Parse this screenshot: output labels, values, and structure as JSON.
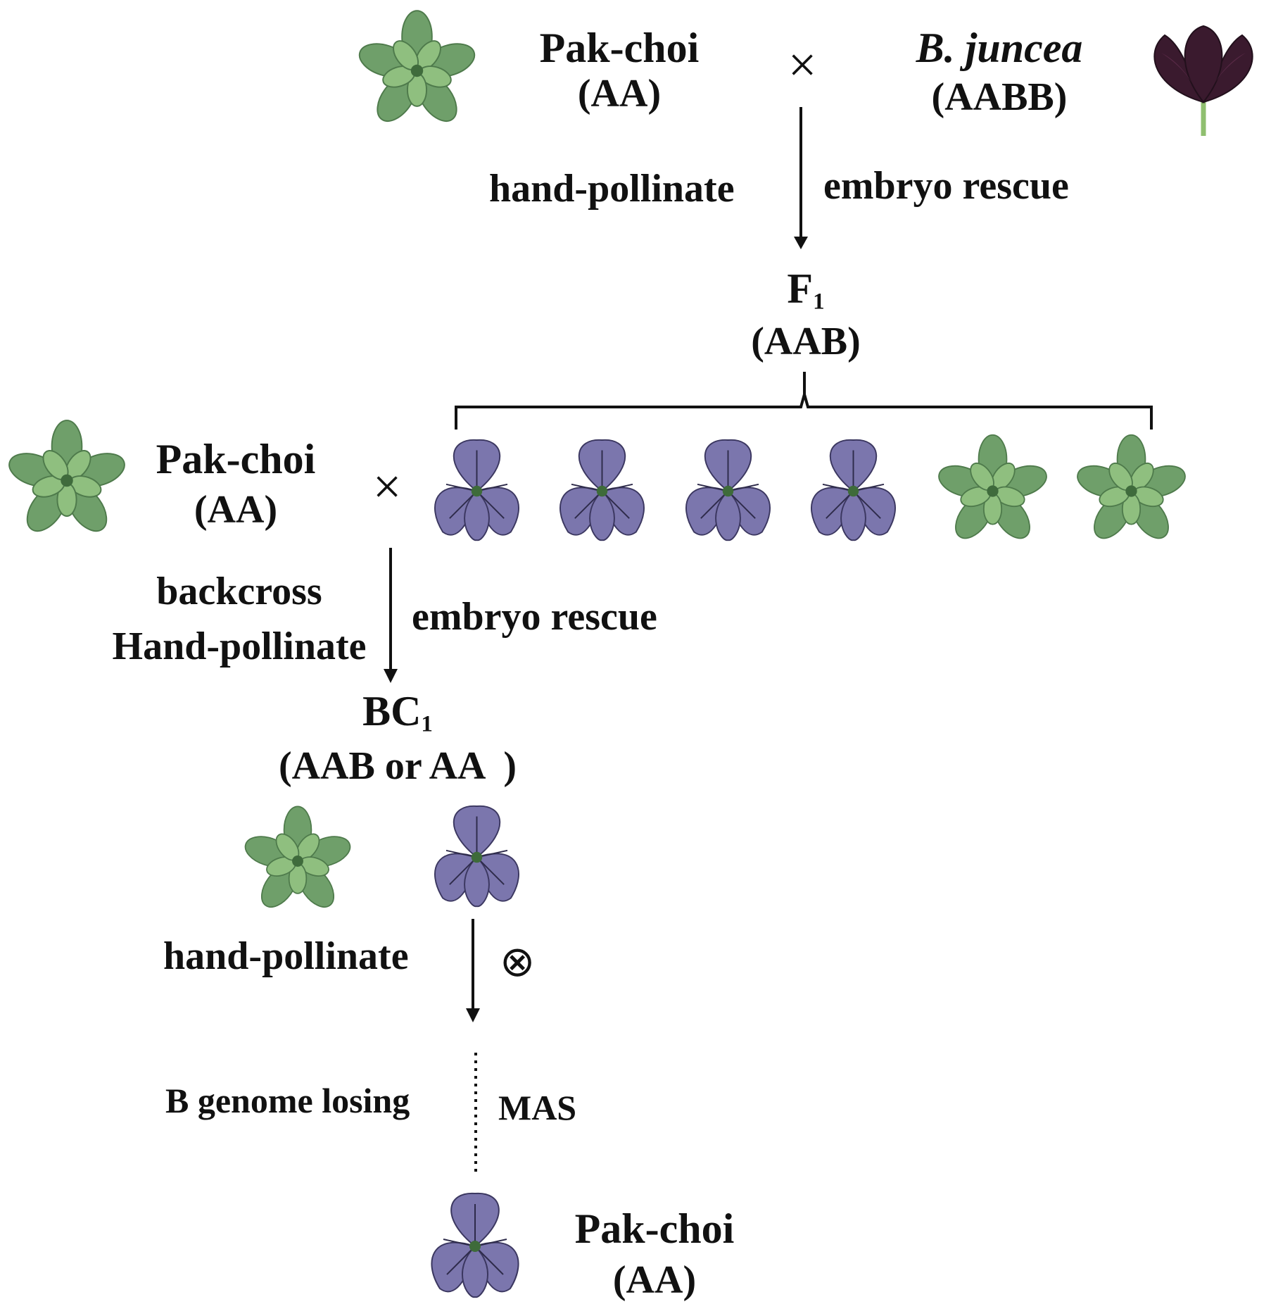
{
  "parents": {
    "left_name": "Pak-choi",
    "left_genome": "(AA)",
    "cross_symbol": "×",
    "right_name": "B. juncea",
    "right_genome": "(AABB)"
  },
  "step1": {
    "left_label": "hand-pollinate",
    "right_label": "embryo rescue"
  },
  "f1": {
    "name": "F",
    "sub": "1",
    "genome": "(AAB)"
  },
  "backcross_parent": {
    "name": "Pak-choi",
    "genome": "(AA)",
    "cross_symbol": "×"
  },
  "step2": {
    "left_label_1": "backcross",
    "left_label_2": "Hand-pollinate",
    "right_label": "embryo rescue"
  },
  "bc1": {
    "name": "BC",
    "sub": "1",
    "genome": "(AAB or AA  )"
  },
  "step3": {
    "left_label": "hand-pollinate",
    "self_symbol": "⊗"
  },
  "step4": {
    "left_label": "B genome losing",
    "right_label": "MAS"
  },
  "result": {
    "name": "Pak-choi",
    "genome": "(AA)"
  },
  "colors": {
    "green_leaf": "#6f9f6a",
    "purple_leaf": "#7b76ad",
    "dark_purple": "#3a1a2e"
  }
}
